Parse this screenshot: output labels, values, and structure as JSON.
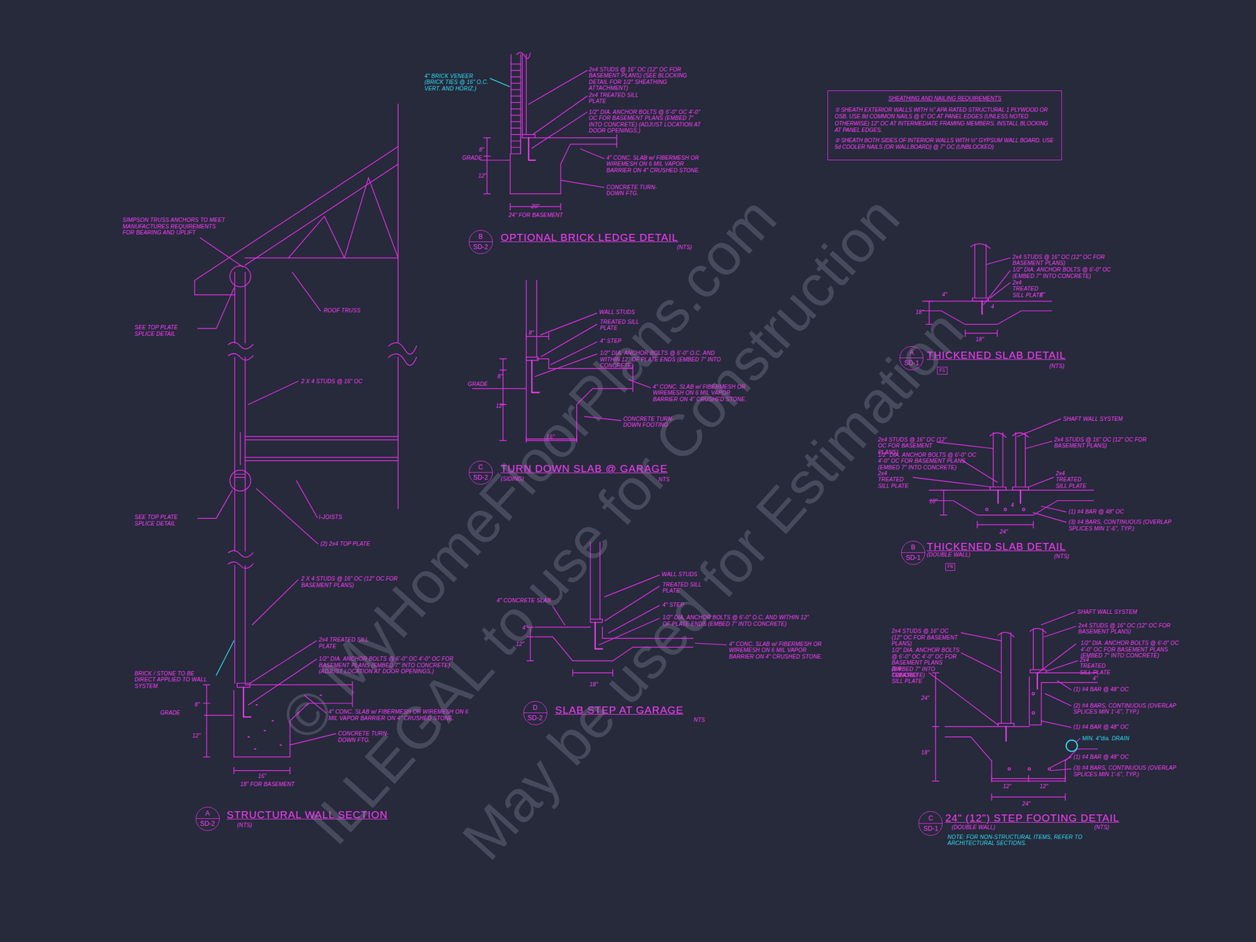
{
  "diagram": {
    "nodes": [
      {
        "text": [
          "SHEATHING AND NAILING REQUIREMENTS",
          "① SHEATH EXTERIOR WALLS WITH ½\" APA RATED STRUCTURAL 1 PLYWOOD OR OSB. USE 8d COMMON NAILS @ 6\" OC AT PANEL EDGES (UNLESS NOTED OTHERWISE) 12\" OC AT INTERMEDIATE FRAMING MEMBERS. INSTALL BLOCKING AT PANEL EDGES.",
          "② SHEATH BOTH SIDES OF INTERIOR WALLS WITH ½\" GYPSUM WALL BOARD. USE 5d COOLER NAILS (OR WALLBOARD) @ 7\" OC (UNBLOCKED)"
        ]
      },
      {
        "text": [
          "B",
          "SD-2"
        ]
      },
      {
        "text": [
          "C",
          "SD-2"
        ]
      },
      {
        "text": [
          "D",
          "SD-2"
        ]
      },
      {
        "text": [
          "A",
          "SD-2"
        ]
      },
      {
        "text": [
          "A",
          "SD-1"
        ]
      },
      {
        "text": [
          "F1"
        ]
      },
      {
        "text": [
          "B",
          "SD-1"
        ]
      },
      {
        "text": [
          "F6"
        ]
      },
      {
        "text": [
          "C",
          "SD-1"
        ]
      }
    ],
    "labels": [
      "SIMPSON TRUSS ANCHORS TO MEET MANUFACTURES REQUIREMENTS FOR BEARING AND UPLIFT",
      "ROOF TRUSS",
      "SEE TOP PLATE SPLICE DETAIL",
      "2 X 4 STUDS @ 16\" OC",
      "SEE TOP PLATE SPLICE DETAIL",
      "I-JOISTS",
      "(2) 2x4 TOP PLATE",
      "2 X 4 STUDS @ 16\" OC (12\" OC FOR BASEMENT PLANS)",
      "2x4 TREATED SILL PLATE",
      "1/2\" DIA. ANCHOR BOLTS @ 6'-0\" OC 4'-0\" OC FOR BASEMENT PLANS (EMBED 7\" INTO CONCRETE) (ADJUST LOCATION AT DOOR OPENINGS.)",
      "BRICK / STONE TO BE DIRECT APPLIED TO WALL SYSTEM",
      "8\"",
      "GRADE",
      "12\"",
      "4\" CONC. SLAB w/ FIBERMESH OR WIREMESH ON 6 MIL VAPOR BARRIER ON 4\" CRUSHED STONE.",
      "CONCRETE TURN-DOWN FTG.",
      "16\"",
      "18\" FOR BASEMENT",
      "STRUCTURAL WALL SECTION",
      "(NTS)",
      "4\" BRICK VENEER (BRICK TIES @ 16\" O.C. VERT. AND HORIZ.)",
      "2x4 STUDS @ 16\" OC (12\" OC FOR BASEMENT PLANS) (SEE BLOCKING DETAIL FOR 1/2\" SHEATHING ATTACHMENT)",
      "2x4 TREATED SILL PLATE",
      "1/2\" DIA. ANCHOR BOLTS @ 6'-0\" OC 4'-0\" OC FOR BASEMENT PLANS (EMBED 7\" INTO CONCRETE) (ADJUST LOCATION AT DOOR OPENINGS.)",
      "8\"",
      "GRADE",
      "12\"",
      "4\" CONC. SLAB w/ FIBERMESH OR WIREMESH ON 6 MIL VAPOR BARRIER ON 4\" CRUSHED STONE.",
      "CONCRETE TURN-DOWN FTG.",
      "20\"",
      "24\" FOR BASEMENT",
      "OPTIONAL BRICK LEDGE DETAIL",
      "(NTS)",
      "WALL STUDS",
      "TREATED SILL PLATE",
      "4\" STEP",
      "1/2\" DIA. ANCHOR BOLTS @ 6'-0\" O.C. AND WITHIN 12\" OF PLATE ENDS (EMBED 7\" INTO CONCRETE)",
      "8\"",
      "8\"",
      "GRADE",
      "12\"",
      "4\" CONC. SLAB w/ FIBERMESH OR WIREMESH ON 6 MIL VAPOR BARRIER ON 4\" CRUSHED STONE.",
      "CONCRETE TURN-DOWN FOOTING",
      "16\"",
      "TURN DOWN SLAB @ GARAGE",
      "(SIDING)",
      "NTS",
      "WALL STUDS",
      "TREATED SILL PLATE",
      "4\" STEP",
      "1/2\" DIA. ANCHOR BOLTS @ 6'-0\" O.C. AND WITHIN 12\" OF PLATE ENDS (EMBED 7\" INTO CONCRETE)",
      "4\" CONCRETE SLAB",
      "4\"",
      "12\"",
      "4\" CONC. SLAB w/ FIBERMESH OR WIREMESH ON 6 MIL VAPOR BARRIER ON 4\" CRUSHED STONE.",
      "18\"",
      "SLAB STEP AT GARAGE",
      "NTS",
      "2x4 STUDS @ 16\" OC (12\" OC FOR BASEMENT PLANS)",
      "1/2\" DIA. ANCHOR BOLTS @ 6'-0\" OC (EMBED 7\" INTO CONCRETE)",
      "2x4 TREATED SILL PLATE",
      "4\"",
      "4",
      "4\"",
      "18\"",
      "18\"",
      "THICKENED SLAB DETAIL",
      "(NTS)",
      "SHAFT WALL SYSTEM",
      "2x4 STUDS @ 16\" OC (12\" OC FOR BASEMENT PLANS)",
      "2x4 STUDS @ 16\" OC (12\" OC FOR BASEMENT PLANS)",
      "1/2\" DIA. ANCHOR BOLTS @ 6'-0\" OC 4'-0\" OC FOR BASEMENT PLANS (EMBED 7\" INTO CONCRETE)",
      "2x4 TREATED SILL PLATE",
      "2x4 TREATED SILL PLATE",
      "4",
      "18\"",
      "(1) #4 BAR @ 48\" OC",
      "(3) #4 BARS, CONTINUOUS (OVERLAP SPLICES MIN 1'-6\", TYP.)",
      "24\"",
      "THICKENED SLAB DETAIL",
      "(DOUBLE WALL)",
      "(NTS)",
      "SHAFT WALL SYSTEM",
      "2x4 STUDS @ 16\" OC (12\" OC FOR BASEMENT PLANS)",
      "2x4 STUDS @ 16\" OC (12\" OC FOR BASEMENT PLANS)",
      "1/2\" DIA. ANCHOR BOLTS @ 6'-0\" OC 4'-0\" OC FOR BASEMENT PLANS (EMBED 7\" INTO CONCRETE)",
      "1/2\" DIA. ANCHOR BOLTS @ 6'-0\" OC 4'-0\" OC FOR BASEMENT PLANS (EMBED 7\" INTO CONCRETE)",
      "2x4 TREATED SILL PLATE",
      "2x4 TREATED SILL PLATE",
      "4\"",
      "(1) #4 BAR @ 48\" OC",
      "(2) #4 BARS, CONTINUOUS (OVERLAP SPLICES MIN 1'-6\", TYP.)",
      "(1) #4 BAR @ 48\" OC",
      "MIN. 4\"dia. DRAIN",
      "(1) #4 BAR @ 48\" OC",
      "(3) #4 BARS, CONTINUOUS (OVERLAP SPLICES MIN 1'-6\", TYP.)",
      "24\"",
      "18\"",
      "12\"",
      "12\"",
      "24\"",
      "24\" (12\") STEP FOOTING DETAIL",
      "(DOUBLE WALL)",
      "(NTS)",
      "NOTE: FOR NON-STRUCTURAL ITEMS, REFER TO ARCHITECTURAL SECTIONS.",
      "© MyHomeFloorPlans.com",
      "ILLEGAL to use for Construction",
      "May be used for Estimation"
    ]
  }
}
